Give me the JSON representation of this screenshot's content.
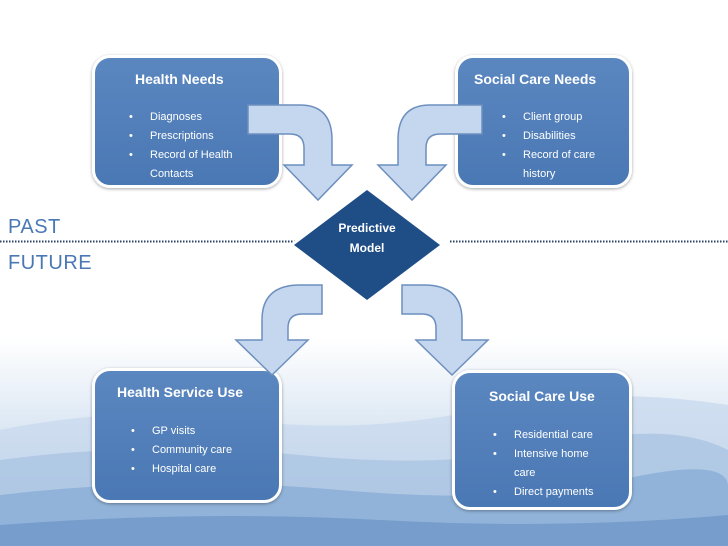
{
  "timeline": {
    "past_label": "PAST",
    "future_label": "FUTURE"
  },
  "center": {
    "line1": "Predictive",
    "line2": "Model"
  },
  "boxes": {
    "health_needs": {
      "title": "Health Needs",
      "items": [
        "Diagnoses",
        "Prescriptions",
        "Record of Health Contacts"
      ]
    },
    "social_care_needs": {
      "title": "Social Care Needs",
      "items": [
        "Client group",
        "Disabilities",
        "Record of care history"
      ]
    },
    "health_service_use": {
      "title": "Health Service Use",
      "items": [
        "GP visits",
        "Community care",
        "Hospital care"
      ]
    },
    "social_care_use": {
      "title": "Social Care Use",
      "items": [
        "Residential care",
        "Intensive home care",
        "Direct payments"
      ]
    }
  },
  "colors": {
    "box": "#4a78b4",
    "diamond": "#1f4e87",
    "arrow_fill": "#c5d7ef",
    "arrow_stroke": "#6d8fbe",
    "label_text": "#4a78b4"
  }
}
